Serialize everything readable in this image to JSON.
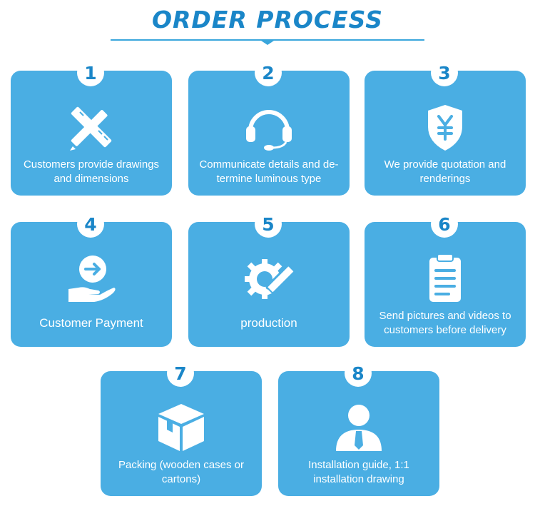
{
  "header": {
    "title": "ORDER PROCESS"
  },
  "colors": {
    "card": "#4aaee3",
    "accent": "#1a86c8",
    "text": "#ffffff"
  },
  "steps": [
    {
      "number": "1",
      "label": "Customers provide drawings and dimensions",
      "icon": "ruler-pencil-icon"
    },
    {
      "number": "2",
      "label": "Communicate details and de-termine luminous type",
      "icon": "headset-icon"
    },
    {
      "number": "3",
      "label": "We provide quotation and renderings",
      "icon": "yen-shield-icon"
    },
    {
      "number": "4",
      "label": "Customer Payment",
      "icon": "hand-payment-icon"
    },
    {
      "number": "5",
      "label": "production",
      "icon": "gear-pencil-icon"
    },
    {
      "number": "6",
      "label": "Send pictures and videos to customers before delivery",
      "icon": "clipboard-icon"
    },
    {
      "number": "7",
      "label": "Packing (wooden cases or cartons)",
      "icon": "box-icon"
    },
    {
      "number": "8",
      "label": "Installation guide, 1:1 installation drawing",
      "icon": "person-icon"
    }
  ]
}
